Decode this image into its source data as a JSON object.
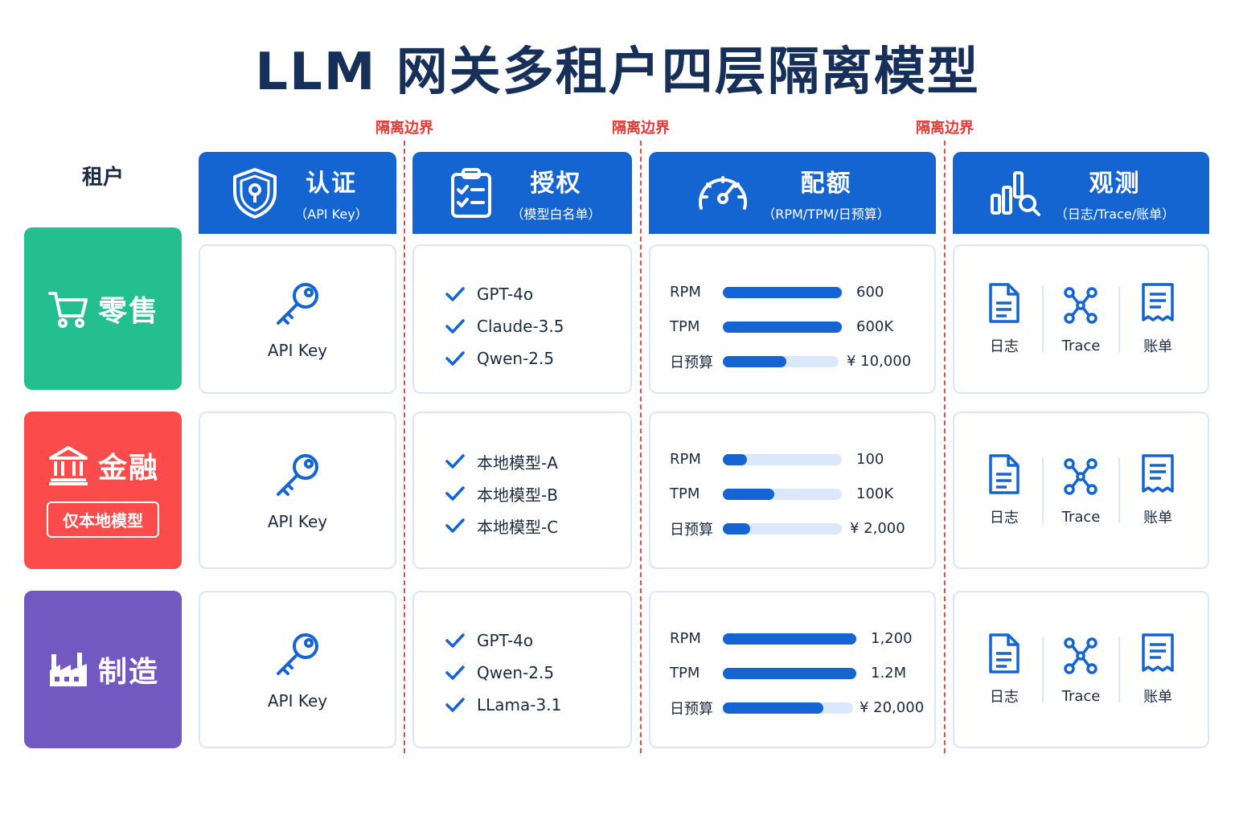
{
  "title": "LLM 网关多租户四层隔离模型",
  "boundary_label": "隔离边界",
  "tenant_header": "租户",
  "columns": [
    {
      "name": "认证",
      "sub": "（API Key）",
      "icon": "shield-keyhole-icon"
    },
    {
      "name": "授权",
      "sub": "（模型白名单）",
      "icon": "checklist-icon"
    },
    {
      "name": "配额",
      "sub": "（RPM/TPM/日预算）",
      "icon": "gauge-icon"
    },
    {
      "name": "观测",
      "sub": "（日志/Trace/账单）",
      "icon": "chart-search-icon"
    }
  ],
  "colors": {
    "header_blue": "#1464d2",
    "boundary_red": "#e53935",
    "retail_green": "#23bf8f",
    "finance_red": "#fc4b4b",
    "manufacturing_purple": "#7159c1",
    "bar_track": "#dbe8fb"
  },
  "tenants": [
    {
      "name": "零售",
      "icon": "shopping-cart-icon",
      "color": "#23bf8f",
      "badge": "",
      "key_label": "API Key",
      "models": [
        "GPT-4o",
        "Claude-3.5",
        "Qwen-2.5"
      ],
      "quota": [
        {
          "label": "RPM",
          "value": "600",
          "fill": 1.0
        },
        {
          "label": "TPM",
          "value": "600K",
          "fill": 1.0
        },
        {
          "label": "日预算",
          "value": "¥ 10,000",
          "fill": 0.55
        }
      ],
      "obs": [
        "日志",
        "Trace",
        "账单"
      ]
    },
    {
      "name": "金融",
      "icon": "bank-icon",
      "color": "#fc4b4b",
      "badge": "仅本地模型",
      "key_label": "API Key",
      "models": [
        "本地模型-A",
        "本地模型-B",
        "本地模型-C"
      ],
      "quota": [
        {
          "label": "RPM",
          "value": "100",
          "fill": 0.2
        },
        {
          "label": "TPM",
          "value": "100K",
          "fill": 0.43
        },
        {
          "label": "日预算",
          "value": "¥ 2,000",
          "fill": 0.23
        }
      ],
      "obs": [
        "日志",
        "Trace",
        "账单"
      ]
    },
    {
      "name": "制造",
      "icon": "factory-icon",
      "color": "#7159c1",
      "badge": "",
      "key_label": "API Key",
      "models": [
        "GPT-4o",
        "Qwen-2.5",
        "LLama-3.1"
      ],
      "quota": [
        {
          "label": "RPM",
          "value": "1,200",
          "fill": 1.0
        },
        {
          "label": "TPM",
          "value": "1.2M",
          "fill": 1.0
        },
        {
          "label": "日预算",
          "value": "¥ 20,000",
          "fill": 0.77
        }
      ],
      "obs": [
        "日志",
        "Trace",
        "账单"
      ]
    }
  ]
}
